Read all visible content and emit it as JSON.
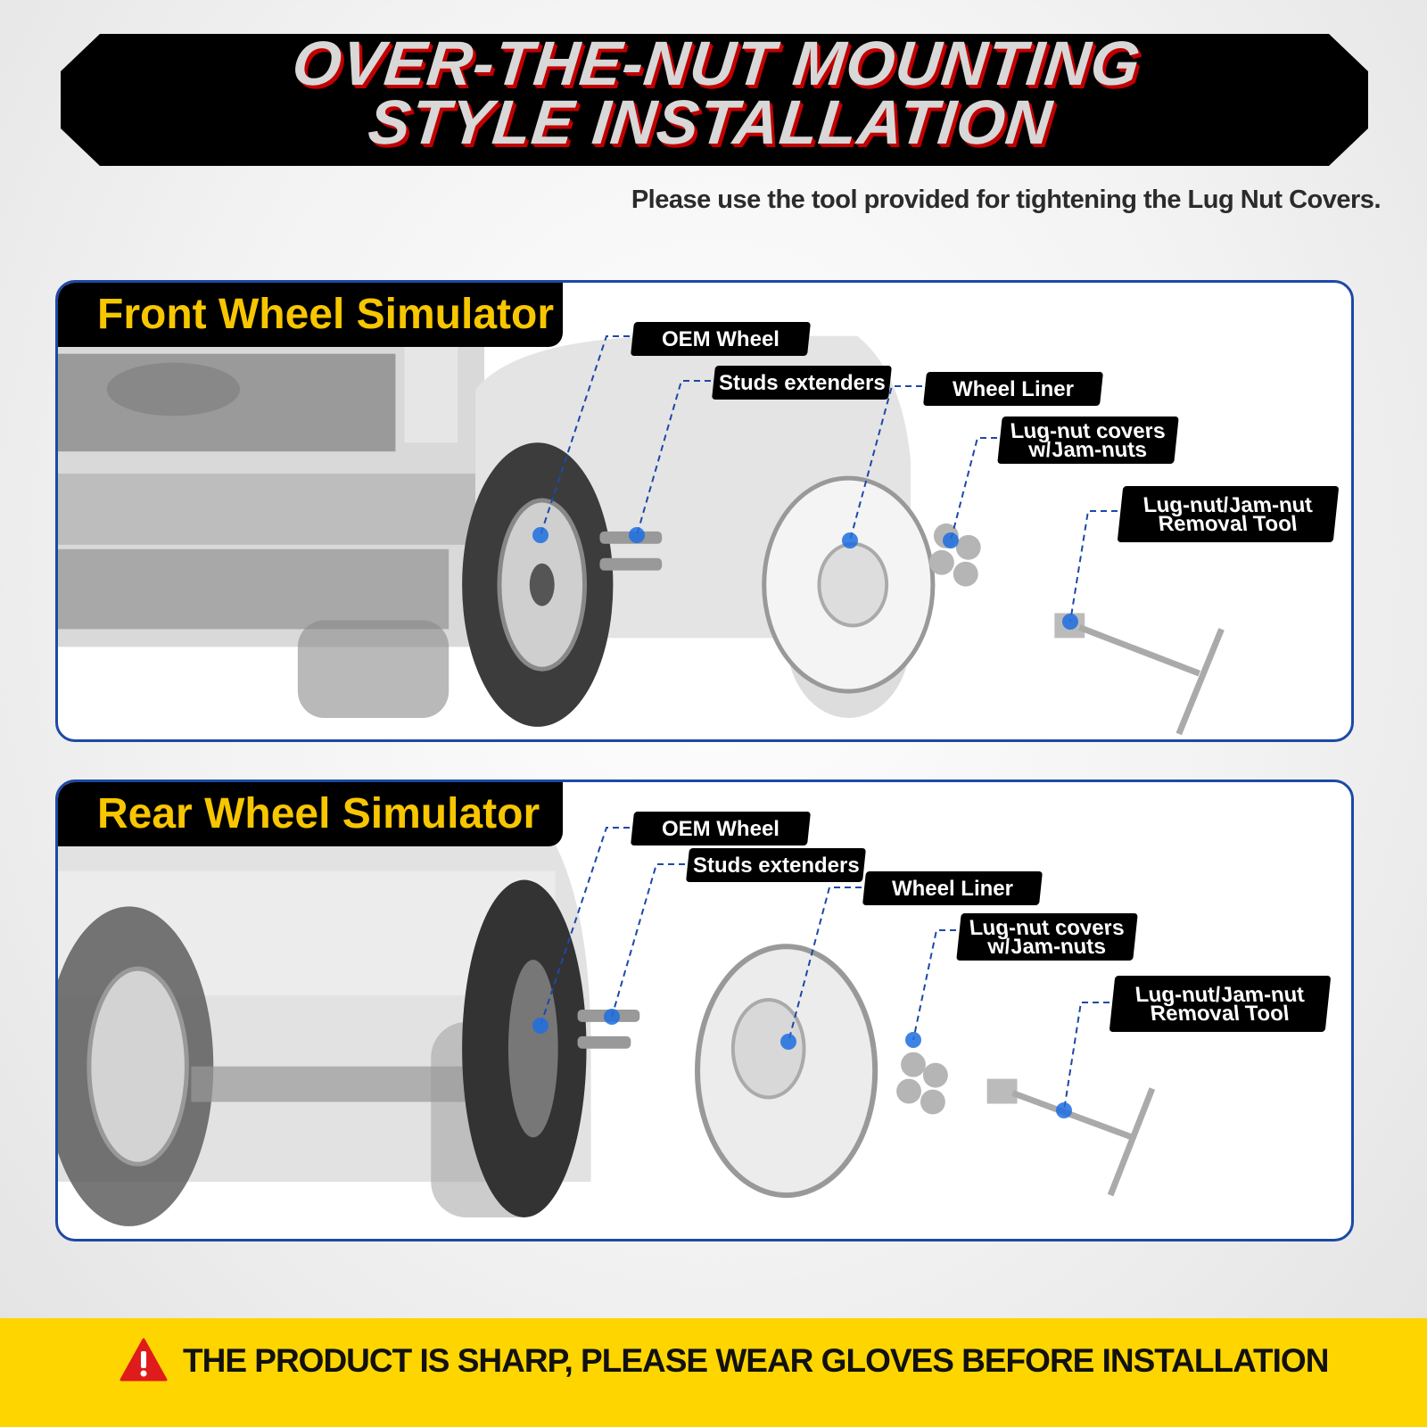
{
  "header": {
    "title_line1": "OVER-THE-NUT MOUNTING",
    "title_line2": "STYLE INSTALLATION",
    "subtitle": "Please use the tool provided for tightening the Lug Nut Covers."
  },
  "front": {
    "title": "Front Wheel Simulator",
    "labels": {
      "oem_wheel": "OEM Wheel",
      "studs": "Studs extenders",
      "liner": "Wheel Liner",
      "covers_1": "Lug-nut covers",
      "covers_2": "w/Jam-nuts",
      "tool_1": "Lug-nut/Jam-nut",
      "tool_2": "Removal Tool"
    }
  },
  "rear": {
    "title": "Rear Wheel Simulator",
    "labels": {
      "oem_wheel": "OEM Wheel",
      "studs": "Studs extenders",
      "liner": "Wheel Liner",
      "covers_1": "Lug-nut covers",
      "covers_2": "w/Jam-nuts",
      "tool_1": "Lug-nut/Jam-nut",
      "tool_2": "Removal Tool"
    }
  },
  "footer": {
    "warning": "THE PRODUCT IS SHARP, PLEASE WEAR GLOVES BEFORE INSTALLATION"
  },
  "colors": {
    "accent_yellow": "#f7c600",
    "panel_border": "#1d49a6",
    "warning_red": "#e01b1b",
    "leader_blue": "#1d49a6"
  }
}
